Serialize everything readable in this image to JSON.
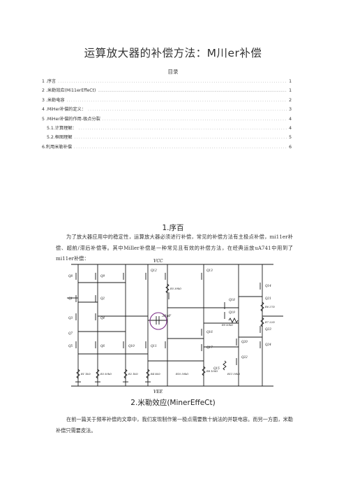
{
  "title": "运算放大器的补偿方法：M川er补偿",
  "toc": {
    "heading": "目录",
    "items": [
      {
        "label": "1  .序言",
        "page": "1",
        "indent": false,
        "dense": false
      },
      {
        "label": "2  .米勒效应(Mi11erEffeCt)",
        "page": "1",
        "indent": false,
        "dense": true
      },
      {
        "label": "3  .米勒电容",
        "page": "2",
        "indent": false,
        "dense": false
      },
      {
        "label": "4  .MiHer补偿的定义：",
        "page": "3",
        "indent": false,
        "dense": false
      },
      {
        "label": "5  .MiHer补偿的作用-极点分裂",
        "page": "4",
        "indent": false,
        "dense": false
      },
      {
        "label": "5.1.计算理解：",
        "page": "4",
        "indent": true,
        "dense": false
      },
      {
        "label": "5.2.框图理解",
        "page": "5",
        "indent": true,
        "dense": false
      },
      {
        "label": "6.利用米勒补偿",
        "page": "6",
        "indent": false,
        "dense": false
      }
    ]
  },
  "section1": {
    "heading": "1.序百",
    "body": "为了放大器应用中的稳定性，运算放大器必须进行补偿，常见的补偿方法有主极点补偿，mi11er补偿、超前/滞后补偿等。其中MiIler补偿是一种常见且有效的补偿方法，在经典运放uA741中用到了mi11er补偿："
  },
  "figure": {
    "vcc": "VCC",
    "vee": "VEE",
    "cap": "30pF",
    "transistors": [
      "Q8",
      "Q9",
      "Q12",
      "Q13",
      "Q14",
      "Q1",
      "Q2",
      "Q3",
      "Q4",
      "Q7",
      "Q5",
      "Q6",
      "Q10",
      "Q11",
      "Q16",
      "Q17",
      "Q18",
      "Q19",
      "Q20",
      "Q21",
      "Q22",
      "Q23",
      "Q24",
      "Q15"
    ],
    "resistors": [
      "R1 1kΩ",
      "R3 50kΩ",
      "R2 1kΩ",
      "R4 5kΩ",
      "R5 39kΩ",
      "R8 100Ω",
      "R6 27Ω",
      "R7 22Ω",
      "R9 50kΩ",
      "R10 50kΩ",
      "R11 50kΩ"
    ]
  },
  "section2": {
    "heading": "2.米勒效应(MinerEffeCt)",
    "body": "在前一篇关于频率补偿的文章中，我们发现制作第一极点需要数十纳法的并联电容。而另一方面，米勒补偿只需要皮法。"
  }
}
